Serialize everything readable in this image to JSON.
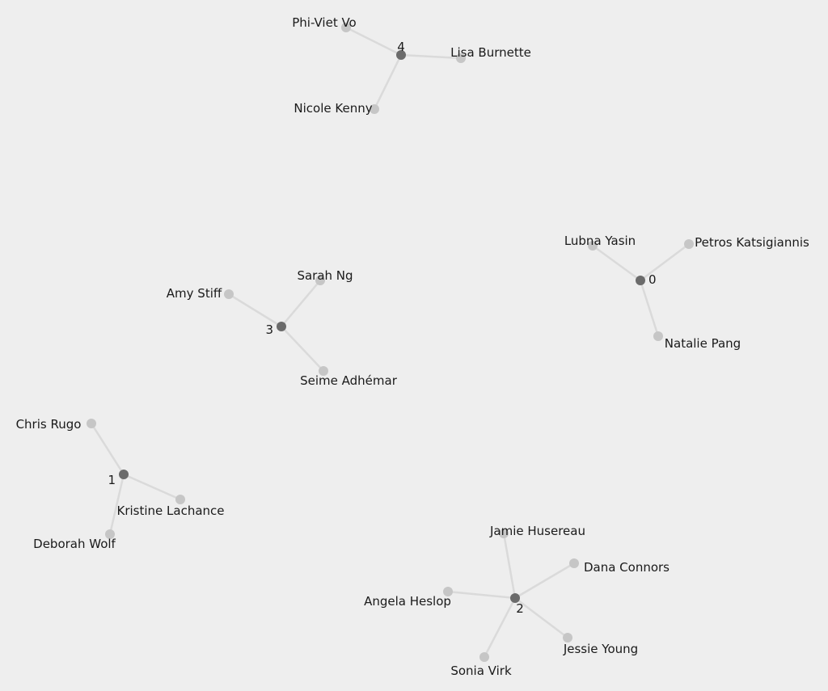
{
  "clusters": [
    {
      "id": "4",
      "members": [
        {
          "name": "Phi-Viet Vo"
        },
        {
          "name": "Lisa Burnette"
        },
        {
          "name": "Nicole Kenny"
        }
      ]
    },
    {
      "id": "0",
      "members": [
        {
          "name": "Lubna Yasin"
        },
        {
          "name": "Petros Katsigiannis"
        },
        {
          "name": "Natalie Pang"
        }
      ]
    },
    {
      "id": "3",
      "members": [
        {
          "name": "Sarah Ng"
        },
        {
          "name": "Amy Stiff"
        },
        {
          "name": "Seime Adhémar"
        }
      ]
    },
    {
      "id": "1",
      "members": [
        {
          "name": "Chris Rugo"
        },
        {
          "name": "Kristine Lachance"
        },
        {
          "name": "Deborah Wolf"
        }
      ]
    },
    {
      "id": "2",
      "members": [
        {
          "name": "Jamie Husereau"
        },
        {
          "name": "Dana Connors"
        },
        {
          "name": "Angela Heslop"
        },
        {
          "name": "Jessie Young"
        },
        {
          "name": "Sonia Virk"
        }
      ]
    }
  ],
  "colors": {
    "background": "#eeeeee",
    "hub": "#6b6b6b",
    "leaf": "#c6c6c6",
    "edge": "#dadada",
    "text": "#1a1a1a"
  }
}
